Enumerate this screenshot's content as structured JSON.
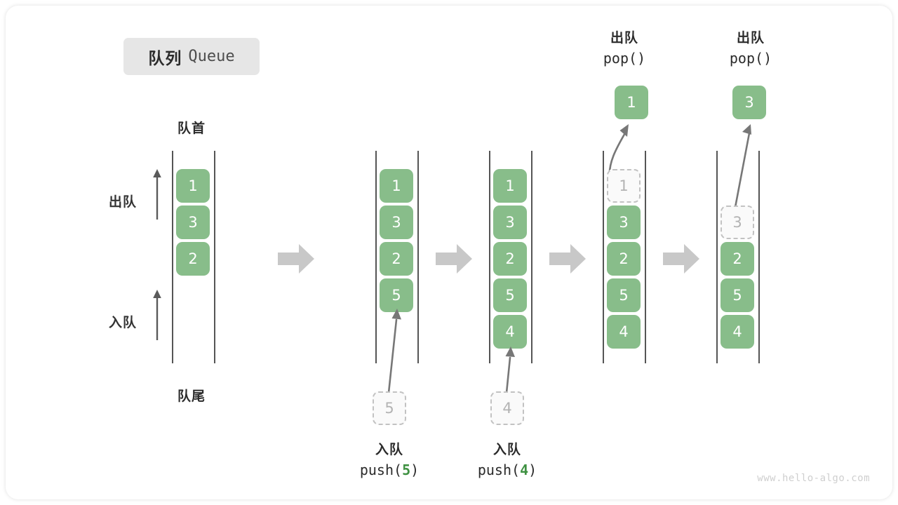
{
  "title": {
    "cn": "队列",
    "en": "Queue"
  },
  "labels": {
    "front": "队首",
    "rear": "队尾",
    "dequeue": "出队",
    "enqueue": "入队"
  },
  "colors": {
    "box_fill": "#88bd8a",
    "box_text": "#ffffff",
    "ghost_fill": "#fafafa",
    "ghost_border": "#c2c2c2",
    "ghost_text": "#b3b3b3",
    "rail": "#555555",
    "arrow": "#777777",
    "block_arrow": "#c8c8c8",
    "accent_green": "#3f9142",
    "badge_bg": "#e6e6e6",
    "canvas_bg": "#ffffff"
  },
  "steps": [
    {
      "name": "initial",
      "items": [
        "1",
        "3",
        "2"
      ],
      "ghost": null,
      "op": null
    },
    {
      "name": "push-5",
      "items": [
        "1",
        "3",
        "2",
        "5"
      ],
      "ghost": null,
      "op": {
        "kind": "push",
        "line1": "入队",
        "call_prefix": "push(",
        "arg": "5",
        "call_suffix": ")",
        "incoming_value": "5"
      }
    },
    {
      "name": "push-4",
      "items": [
        "1",
        "3",
        "2",
        "5",
        "4"
      ],
      "ghost": null,
      "op": {
        "kind": "push",
        "line1": "入队",
        "call_prefix": "push(",
        "arg": "4",
        "call_suffix": ")",
        "incoming_value": "4"
      }
    },
    {
      "name": "pop-1",
      "items": [
        "3",
        "2",
        "5",
        "4"
      ],
      "ghost": "1",
      "op": {
        "kind": "pop",
        "line1": "出队",
        "call_prefix": "pop(",
        "arg": "",
        "call_suffix": ")",
        "popped_value": "1"
      }
    },
    {
      "name": "pop-3",
      "items": [
        "2",
        "5",
        "4"
      ],
      "ghost": "3",
      "op": {
        "kind": "pop",
        "line1": "出队",
        "call_prefix": "pop(",
        "arg": "",
        "call_suffix": ")",
        "popped_value": "3"
      }
    }
  ],
  "watermark": "www.hello-algo.com"
}
